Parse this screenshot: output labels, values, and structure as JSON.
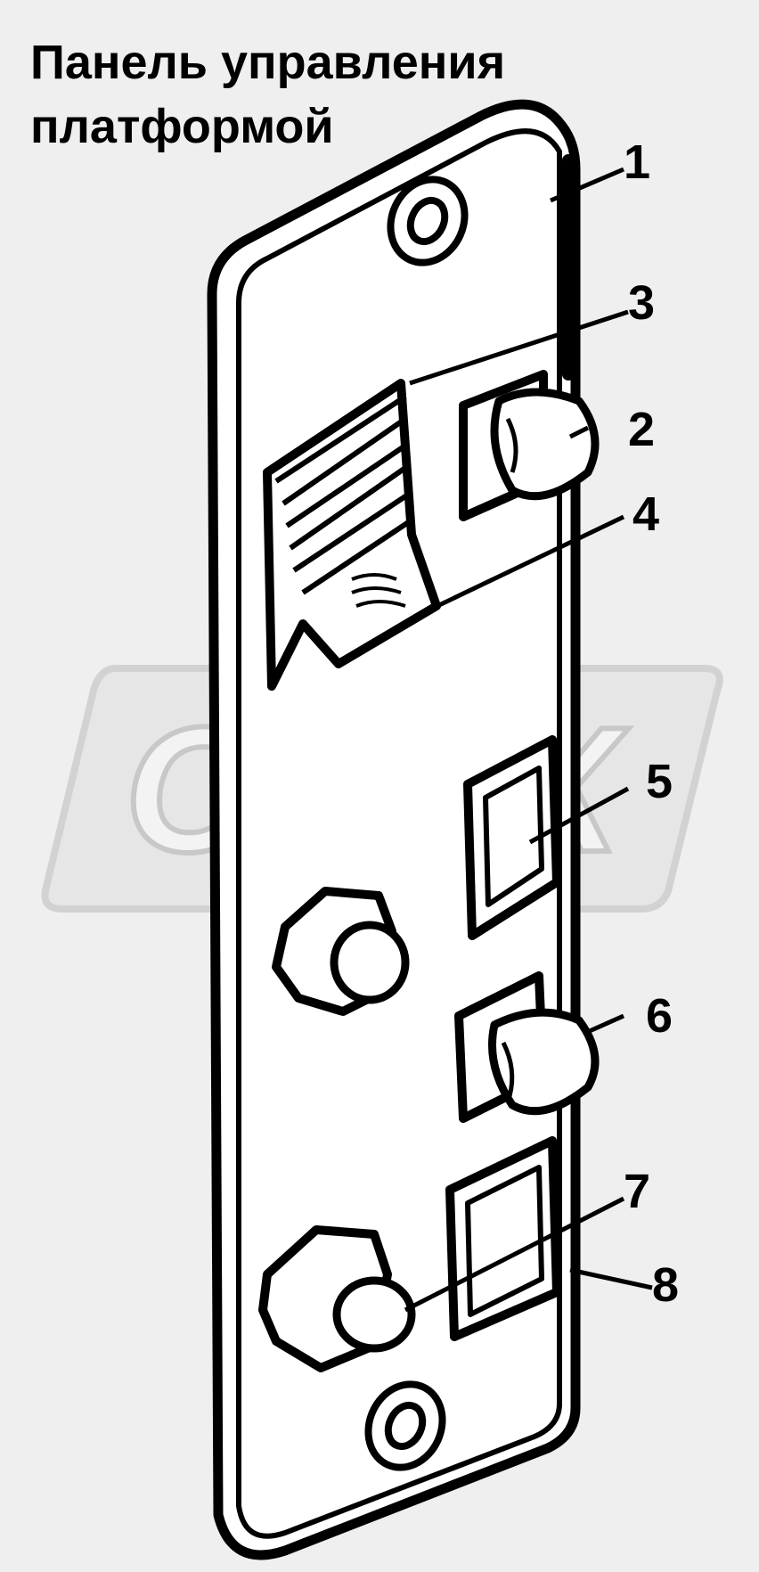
{
  "title": {
    "line1": "Панель управления",
    "line2": "платформой"
  },
  "watermark": {
    "text": "OPEX"
  },
  "callouts": [
    {
      "id": "1",
      "label": "1"
    },
    {
      "id": "2",
      "label": "2"
    },
    {
      "id": "3",
      "label": "3"
    },
    {
      "id": "4",
      "label": "4"
    },
    {
      "id": "5",
      "label": "5"
    },
    {
      "id": "6",
      "label": "6"
    },
    {
      "id": "7",
      "label": "7"
    },
    {
      "id": "8",
      "label": "8"
    }
  ],
  "colors": {
    "background": "#efefef",
    "ink": "#000000",
    "panel": "#ffffff",
    "watermark": "#c4c4c4"
  }
}
